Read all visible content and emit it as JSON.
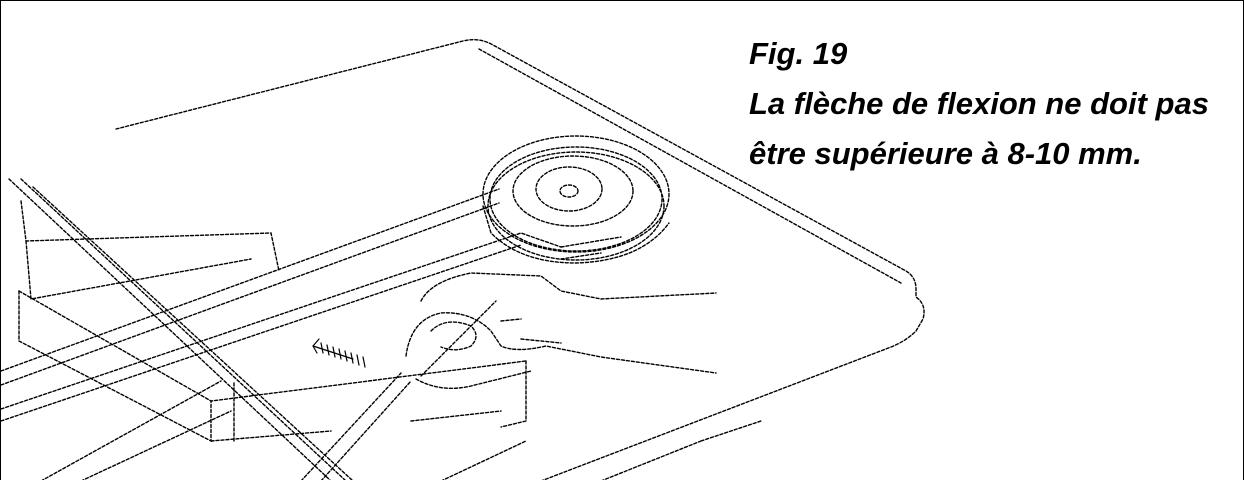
{
  "figure": {
    "label": "Fig. 19",
    "caption_lines": [
      "La flèche de flexion ne doit pas",
      "être supérieure à 8-10 mm."
    ],
    "line_color": "#000000",
    "background_color": "#ffffff"
  }
}
